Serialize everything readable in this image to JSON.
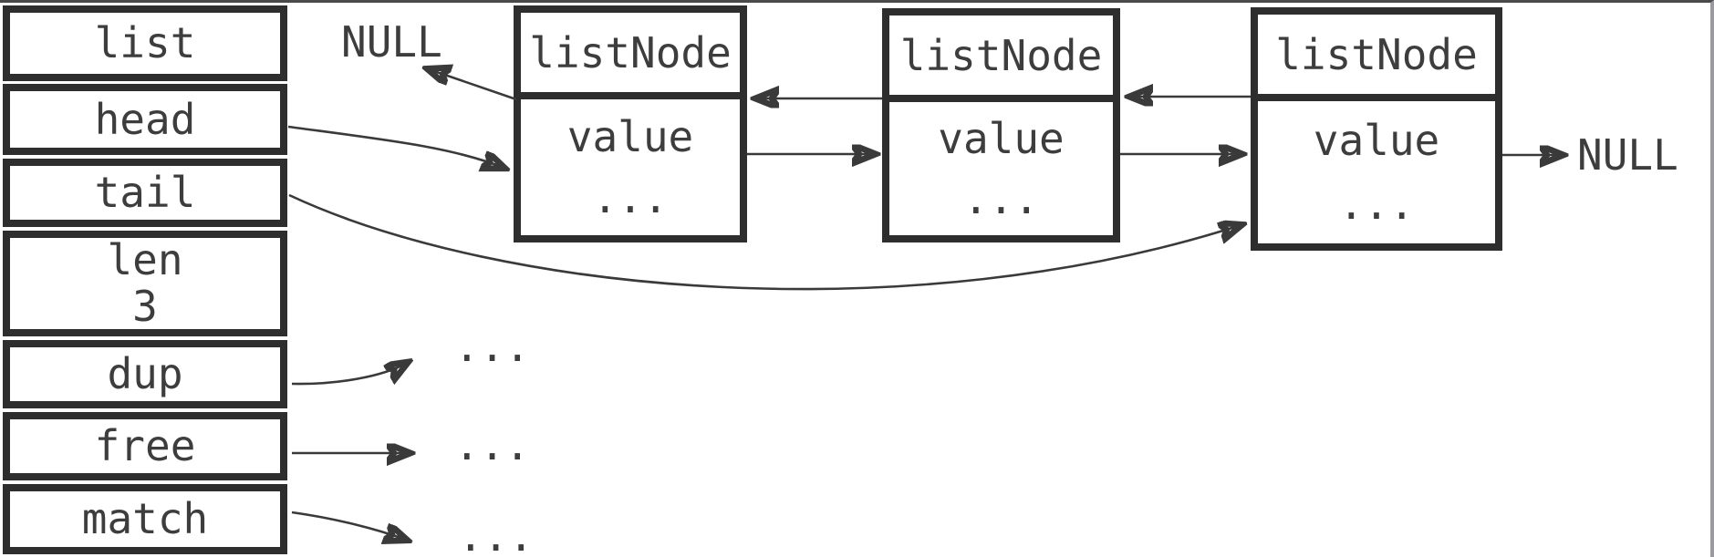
{
  "diagram": {
    "description": "Linked list structure diagram: a list struct whose head and tail pointers reference a doubly linked chain of three listNode boxes terminated by NULL on both ends; dup, free and match function pointers lead to ellipses.",
    "struct": {
      "rows": [
        {
          "label": "list"
        },
        {
          "label": "head"
        },
        {
          "label": "tail"
        },
        {
          "label": "len",
          "value": "3"
        },
        {
          "label": "dup"
        },
        {
          "label": "free"
        },
        {
          "label": "match"
        }
      ]
    },
    "nodes": [
      {
        "header": "listNode",
        "value": "value",
        "more": "..."
      },
      {
        "header": "listNode",
        "value": "value",
        "more": "..."
      },
      {
        "header": "listNode",
        "value": "value",
        "more": "..."
      }
    ],
    "labels": {
      "null_left": "NULL",
      "null_right": "NULL",
      "dup_target": "...",
      "free_target": "...",
      "match_target": "..."
    },
    "colors": {
      "box_border": "#2e2e2e",
      "line": "#3a3a3a",
      "text": "#3d3d3d",
      "background": "#ffffff",
      "frame_top": "#4a4a4a",
      "frame_right": "#9a9aa0"
    }
  }
}
